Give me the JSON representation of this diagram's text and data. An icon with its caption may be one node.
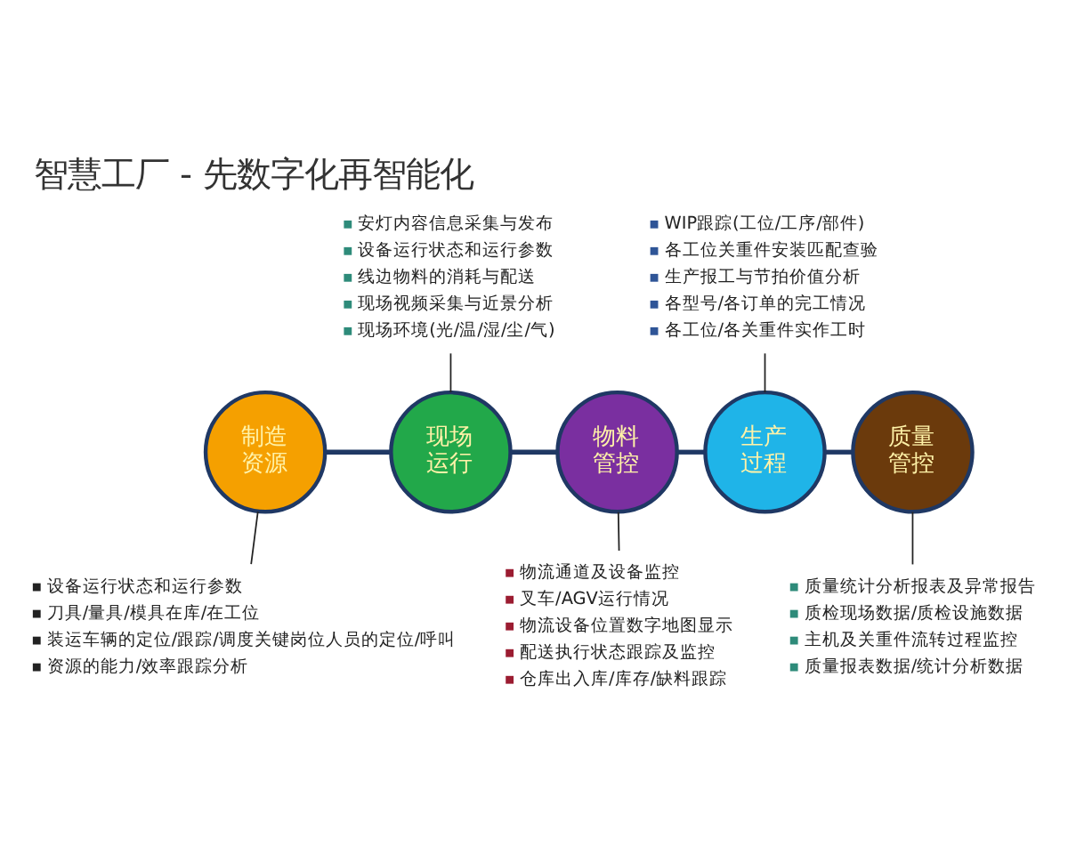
{
  "diagram": {
    "title": "智慧工厂 - 先数字化再智能化",
    "nodes": [
      {
        "text": [
          "安灯内容信息采集与发布",
          "设备运行状态和运行参数",
          "线边物料的消耗与配送",
          "现场视频采集与近景分析",
          "现场环境(光/温/湿/尘/气)"
        ]
      },
      {
        "text": [
          "WIP跟踪(工位/工序/部件)",
          "各工位关重件安装匹配查验",
          "生产报工与节拍价值分析",
          "各型号/各订单的完工情况",
          "各工位/各关重件实作工时"
        ]
      },
      {
        "text": [
          "制造资源"
        ]
      },
      {
        "text": [
          "现场运行"
        ]
      },
      {
        "text": [
          "物料管控"
        ]
      },
      {
        "text": [
          "生产过程"
        ]
      },
      {
        "text": [
          "质量管控"
        ]
      },
      {
        "text": [
          "设备运行状态和运行参数",
          "刀具/量具/模具在库/在工位",
          "装运车辆的定位/跟踪/调度关键岗位人员的定位/呼叫",
          "资源的能力/效率跟踪分析"
        ]
      },
      {
        "text": [
          "物流通道及设备监控",
          "叉车/AGV运行情况",
          "物流设备位置数字地图显示",
          "配送执行状态跟踪及监控",
          "仓库出入库/库存/缺料跟踪"
        ]
      },
      {
        "text": [
          "质量统计分析报表及异常报告",
          "质检现场数据/质检设施数据",
          "主机及关重件流转过程监控",
          "质量报表数据/统计分析数据"
        ]
      }
    ],
    "edges": [
      {
        "from": 2,
        "to": 3,
        "arrow": "none",
        "style": "thick",
        "color": "#1f3864"
      },
      {
        "from": 3,
        "to": 4,
        "arrow": "none",
        "style": "thick",
        "color": "#1f3864"
      },
      {
        "from": 4,
        "to": 5,
        "arrow": "none",
        "style": "thick",
        "color": "#1f3864"
      },
      {
        "from": 5,
        "to": 6,
        "arrow": "none",
        "style": "thick",
        "color": "#1f3864"
      },
      {
        "from": 0,
        "to": 3,
        "arrow": "none"
      },
      {
        "from": 1,
        "to": 5,
        "arrow": "none"
      },
      {
        "from": 2,
        "to": 7,
        "arrow": "none"
      },
      {
        "from": 4,
        "to": 8,
        "arrow": "none"
      },
      {
        "from": 6,
        "to": 9,
        "arrow": "none"
      }
    ]
  }
}
